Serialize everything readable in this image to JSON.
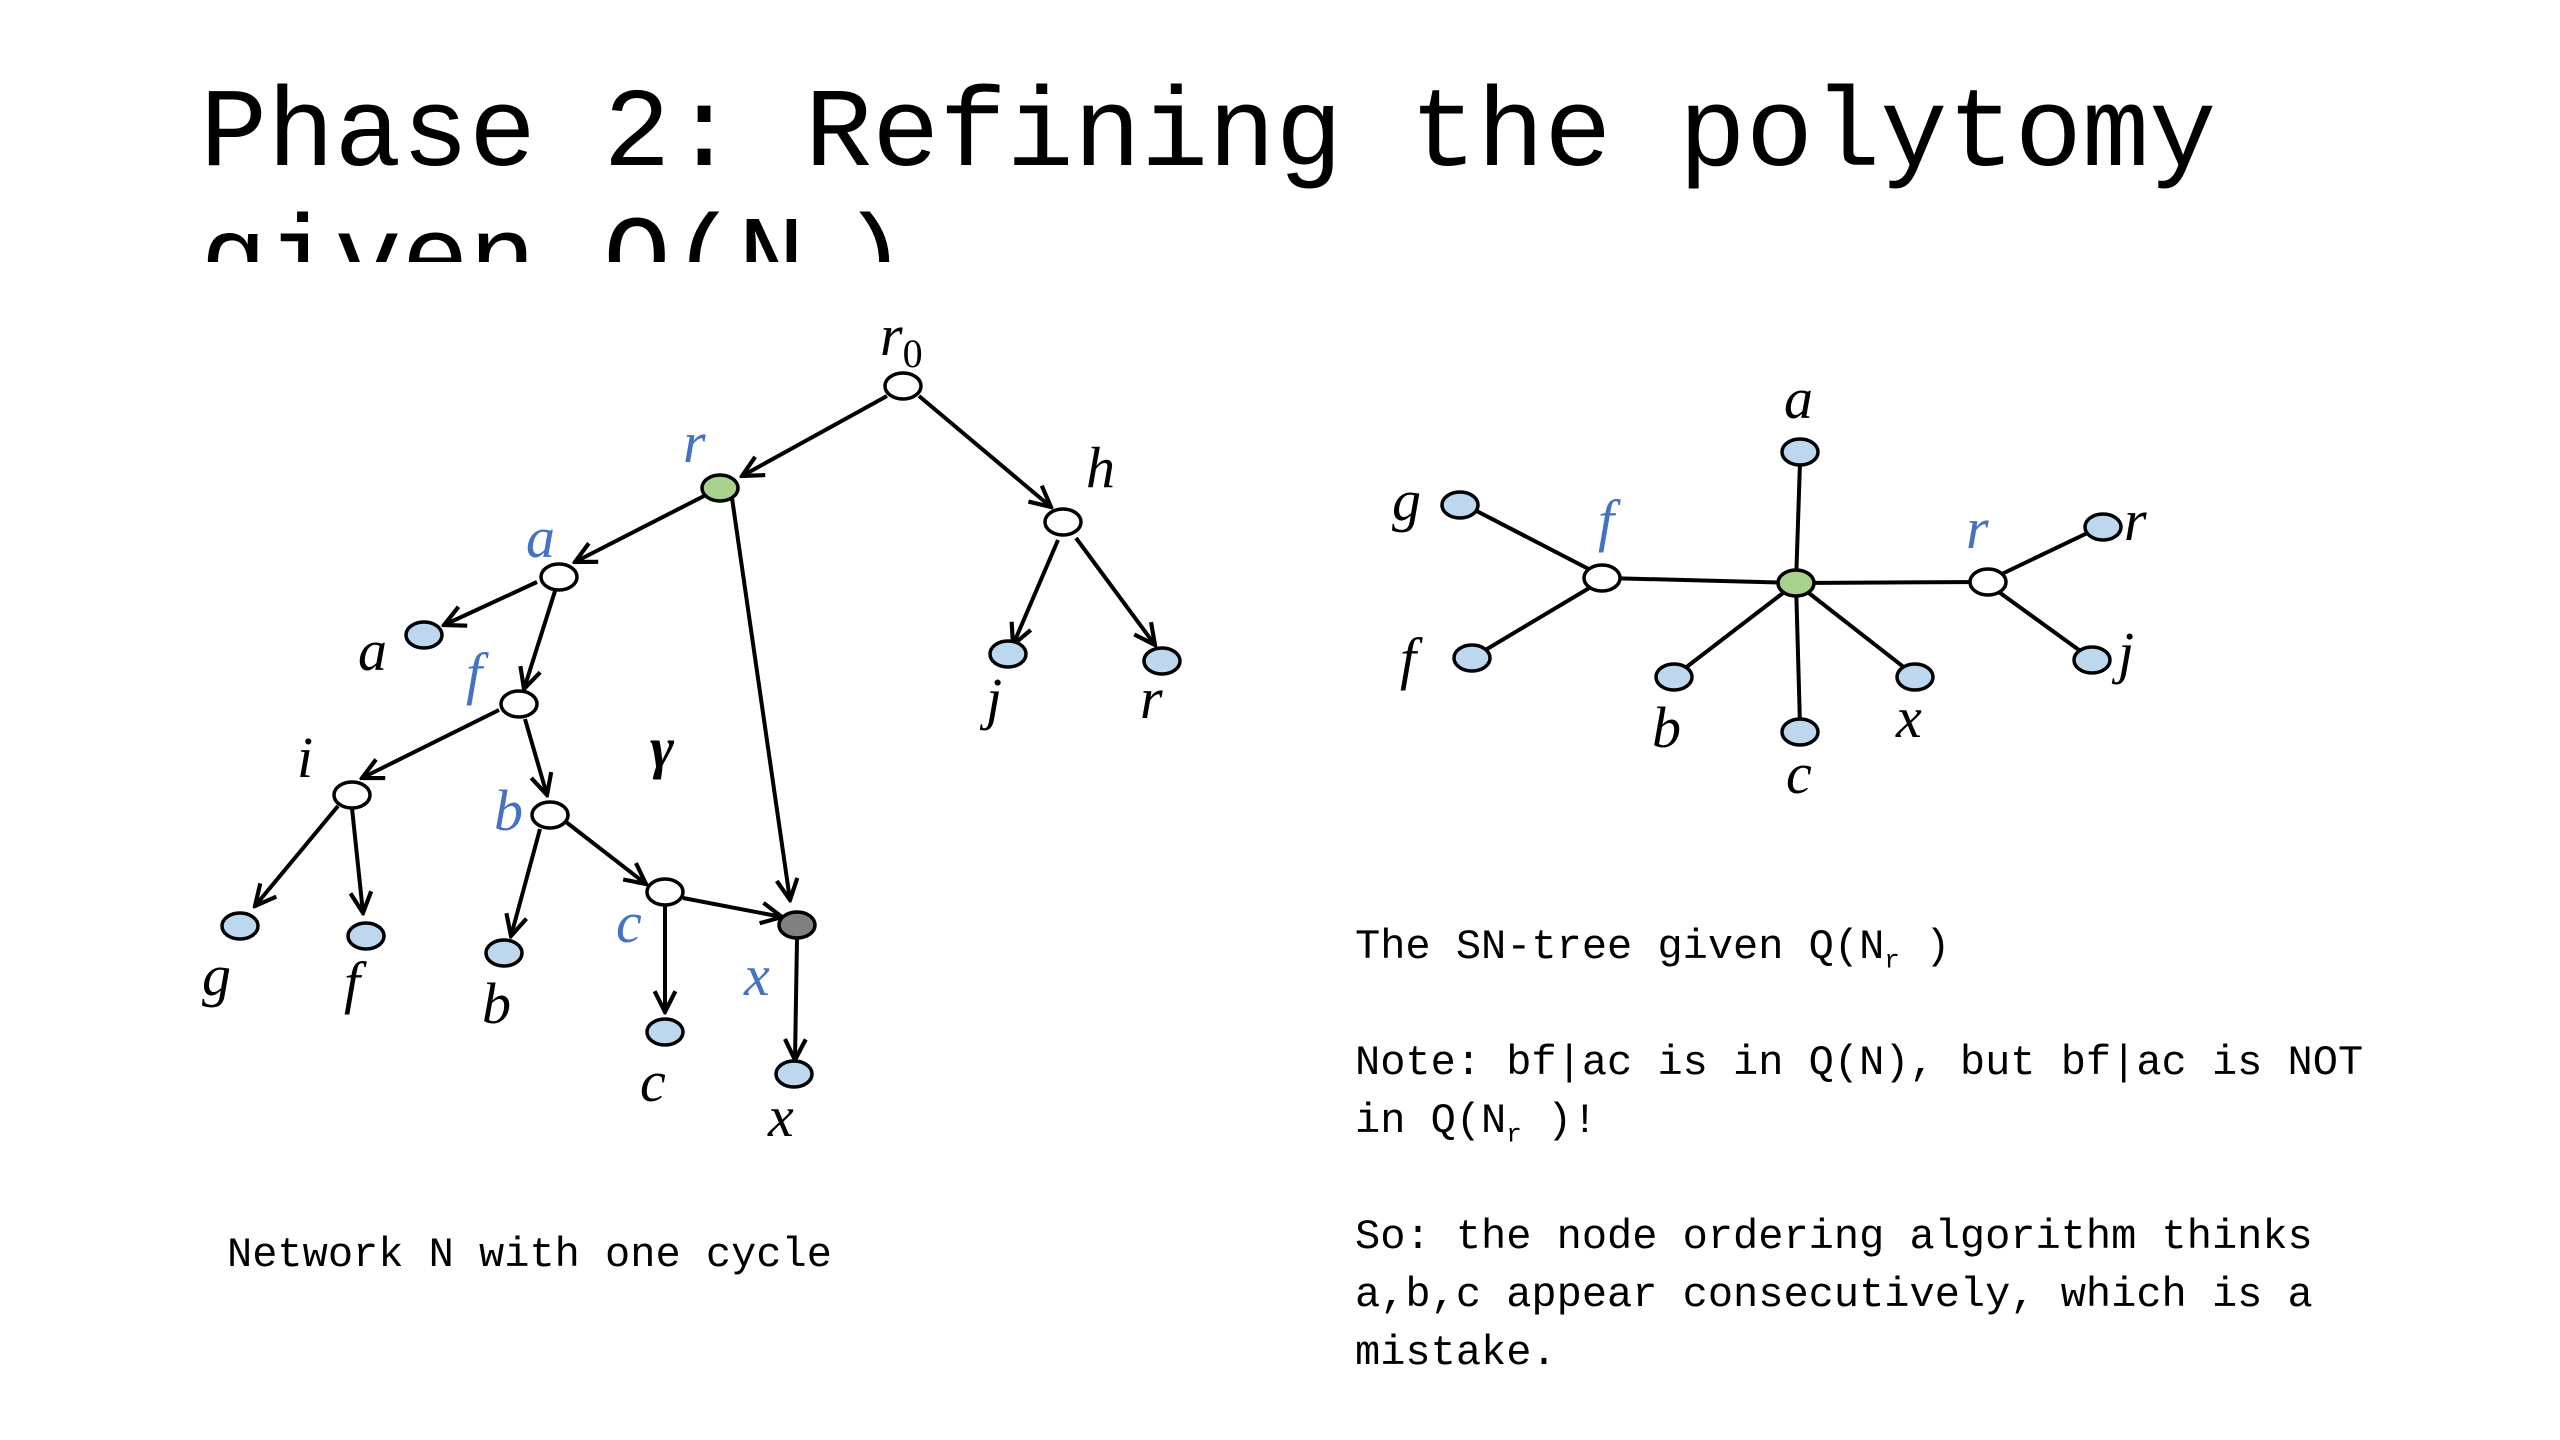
{
  "slide": {
    "title": "Phase 2: Refining the polytomy given Q(N",
    "title_subscript": "r",
    "title_suffix": ")"
  },
  "left_diagram": {
    "caption": "Network N with one cycle",
    "cycle_label": "γ",
    "root_label": "r",
    "root_subscript": "0",
    "labels": {
      "r": "r",
      "h": "h",
      "a_internal": "a",
      "a_leaf": "a",
      "f_internal": "f",
      "i": "i",
      "b_internal": "b",
      "c_internal": "c",
      "x_internal": "x",
      "j": "j",
      "r_leaf": "r",
      "g": "g",
      "f_leaf": "f",
      "b_leaf": "b",
      "c_leaf": "c",
      "x_leaf": "x"
    }
  },
  "right_diagram": {
    "labels": {
      "a": "a",
      "g": "g",
      "f_internal": "f",
      "r_internal": "r",
      "r_leaf": "r",
      "f_leaf": "f",
      "j": "j",
      "b": "b",
      "x": "x",
      "c": "c"
    },
    "caption_prefix": "The SN-tree given Q(N",
    "caption_subscript": "r",
    "caption_suffix": " )"
  },
  "notes": {
    "note_line1": "Note: bf|ac is in Q(N), but bf|ac is NOT",
    "note_line2_prefix": "in Q(N",
    "note_line2_subscript": "r",
    "note_line2_suffix": " )!",
    "so_line1": "So: the node ordering algorithm thinks",
    "so_line2": "a,b,c appear consecutively, which is a",
    "so_line3": "mistake."
  },
  "colors": {
    "leaf_fill": "#bdd7ee",
    "reticulation_root_fill": "#a9d18e",
    "hybrid_fill": "#808080",
    "internal_fill": "#ffffff",
    "blue_label": "#4472c4"
  }
}
